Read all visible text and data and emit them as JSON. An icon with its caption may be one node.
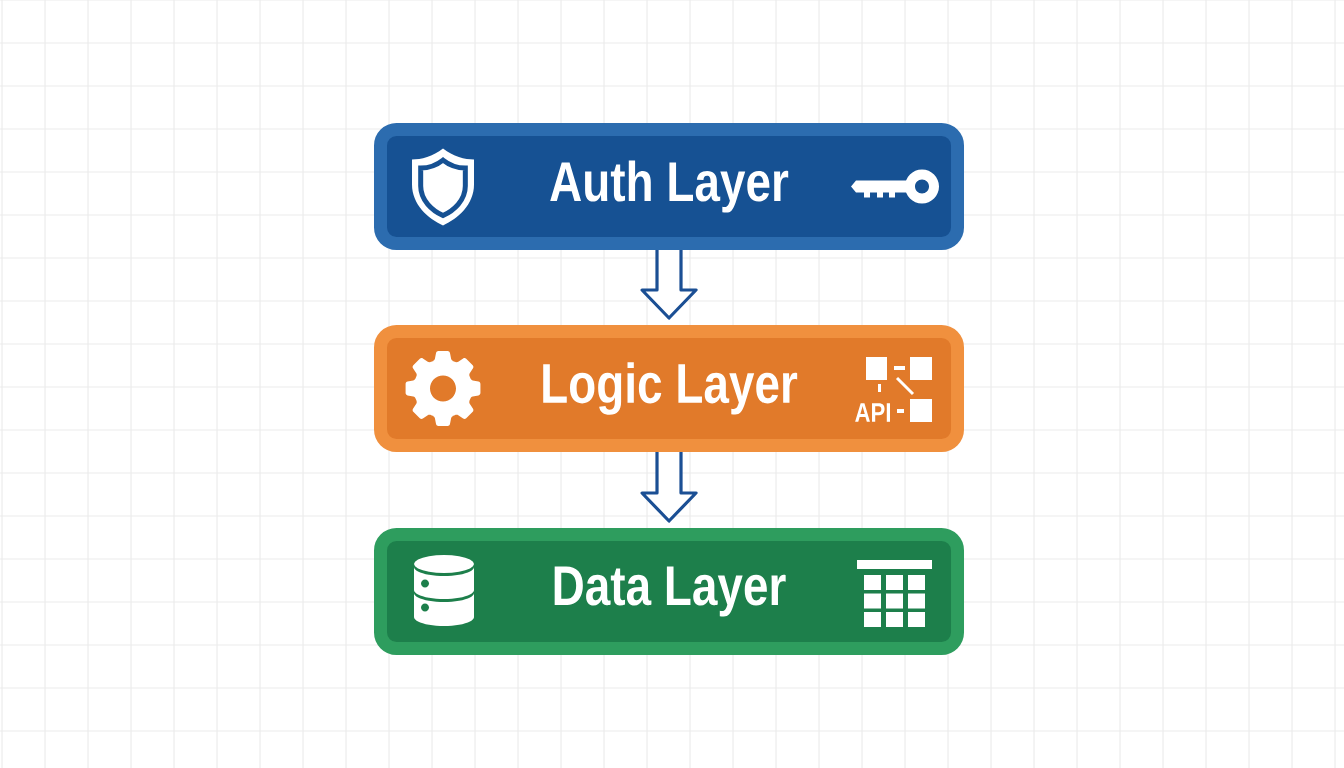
{
  "diagram": {
    "nodes": [
      {
        "text": [
          "Auth Layer"
        ]
      },
      {
        "text": [
          "Logic Layer",
          "API"
        ]
      },
      {
        "text": [
          "Data Layer"
        ]
      }
    ],
    "edges": [
      {
        "from": 0,
        "to": 1,
        "arrow": "to"
      },
      {
        "from": 1,
        "to": 2,
        "arrow": "to"
      }
    ]
  }
}
